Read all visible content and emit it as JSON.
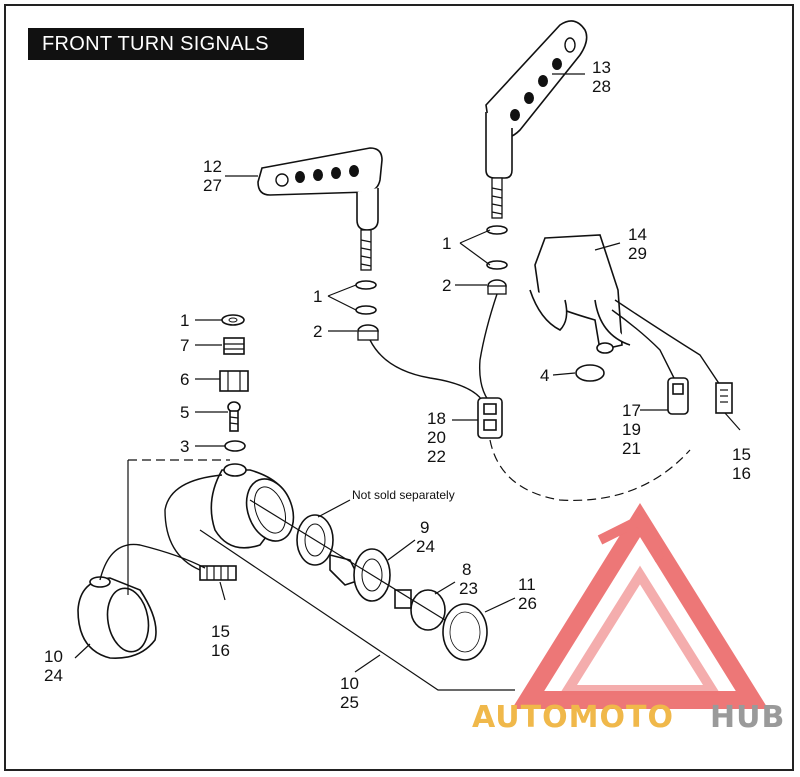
{
  "title": "FRONT TURN SIGNALS",
  "note": "Not sold separately",
  "callouts": [
    {
      "id": "c-13-28",
      "lines": [
        "13",
        "28"
      ]
    },
    {
      "id": "c-12-27",
      "lines": [
        "12",
        "27"
      ]
    },
    {
      "id": "c-14-29",
      "lines": [
        "14",
        "29"
      ]
    },
    {
      "id": "c-1a",
      "lines": [
        "1"
      ]
    },
    {
      "id": "c-2a",
      "lines": [
        "2"
      ]
    },
    {
      "id": "c-1b",
      "lines": [
        "1"
      ]
    },
    {
      "id": "c-2b",
      "lines": [
        "2"
      ]
    },
    {
      "id": "c-1c",
      "lines": [
        "1"
      ]
    },
    {
      "id": "c-7",
      "lines": [
        "7"
      ]
    },
    {
      "id": "c-6",
      "lines": [
        "6"
      ]
    },
    {
      "id": "c-5",
      "lines": [
        "5"
      ]
    },
    {
      "id": "c-3",
      "lines": [
        "3"
      ]
    },
    {
      "id": "c-4",
      "lines": [
        "4"
      ]
    },
    {
      "id": "c-18",
      "lines": [
        "18",
        "20",
        "22"
      ]
    },
    {
      "id": "c-17",
      "lines": [
        "17",
        "19",
        "21"
      ]
    },
    {
      "id": "c-15-16a",
      "lines": [
        "15",
        "16"
      ]
    },
    {
      "id": "c-9-24",
      "lines": [
        "9",
        "24"
      ]
    },
    {
      "id": "c-8-23",
      "lines": [
        "8",
        "23"
      ]
    },
    {
      "id": "c-11-26",
      "lines": [
        "11",
        "26"
      ]
    },
    {
      "id": "c-15-16b",
      "lines": [
        "15",
        "16"
      ]
    },
    {
      "id": "c-10-24",
      "lines": [
        "10",
        "24"
      ]
    },
    {
      "id": "c-10-25",
      "lines": [
        "10",
        "25"
      ]
    }
  ],
  "watermark": {
    "word1": "AUTOMOTO",
    "word2": "HUB",
    "color_accent": "#f0b84a",
    "color_gray": "#9a9a9a",
    "color_red": "#e84a4a"
  }
}
